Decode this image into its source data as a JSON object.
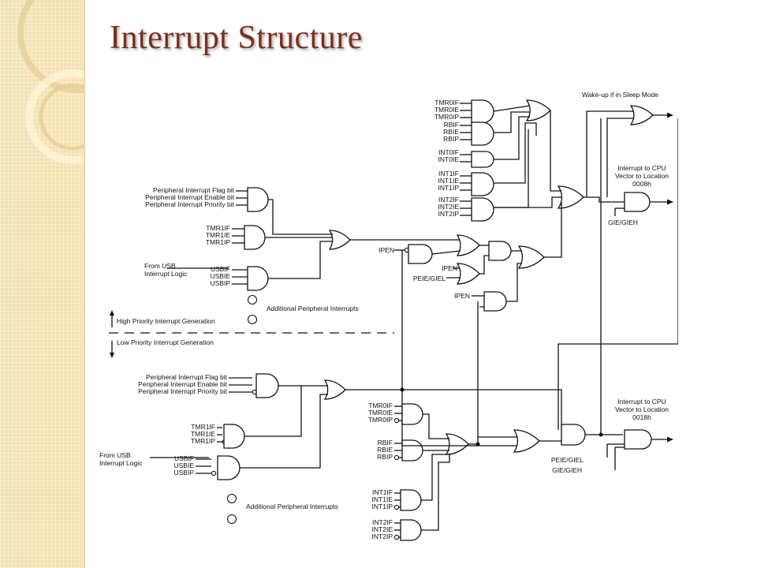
{
  "slide": {
    "title": "Interrupt Structure"
  },
  "diagram": {
    "top_group": {
      "tmr0": [
        "TMR0IF",
        "TMR0IE",
        "TMR0IP"
      ],
      "rb": [
        "RBIF",
        "RBIE",
        "RBIP"
      ],
      "int0": [
        "INT0IF",
        "INT0IE"
      ],
      "int1": [
        "INT1IF",
        "INT1IE",
        "INT1IP"
      ],
      "int2": [
        "INT2IF",
        "INT2IE",
        "INT2IP"
      ]
    },
    "wake_label": "Wake-up if in Sleep Mode",
    "high_vector": [
      "Interrupt to CPU",
      "Vector to Location",
      "0008h"
    ],
    "gie_geih": "GIE/GIEH",
    "periph_high": [
      "Peripheral Interrupt Flag bit",
      "Peripheral Interrupt Enable bit",
      "Peripheral Interrupt Priority bit"
    ],
    "tmr1_high": [
      "TMR1IF",
      "TMR1IE",
      "TMR1IP"
    ],
    "from_usb": [
      "From USB",
      "Interrupt Logic"
    ],
    "usb_high": [
      "USBIF",
      "USBIE",
      "USBIP"
    ],
    "ipen": "IPEN",
    "peie_giel": "PEIE/GIEL",
    "additional_periph": "Additional Peripheral Interrupts",
    "high_gen": "High Priority Interrupt Generation",
    "low_gen": "Low Priority Interrupt Generation",
    "periph_low": [
      "Peripheral Interrupt Flag bit",
      "Peripheral Interrupt Enable bit",
      "Peripheral Interrupt Priority bit"
    ],
    "tmr1_low": [
      "TMR1IF",
      "TMR1IE",
      "TMR1IP"
    ],
    "usb_low": [
      "USBIF",
      "USBIE",
      "USBIP"
    ],
    "low_group": {
      "tmr0": [
        "TMR0IF",
        "TMR0IE",
        "TMR0IP"
      ],
      "rb": [
        "RBIF",
        "RBIE",
        "RBIP"
      ],
      "int1": [
        "INT1IF",
        "INT1IE",
        "INT1IP"
      ],
      "int2": [
        "INT2IF",
        "INT2IE",
        "INT2IP"
      ]
    },
    "low_vector": [
      "Interrupt to CPU",
      "Vector to Location",
      "0018h"
    ],
    "peie_giel_low": "PEIE/GIEL",
    "gie_geih_low": "GIE/GIEH"
  }
}
